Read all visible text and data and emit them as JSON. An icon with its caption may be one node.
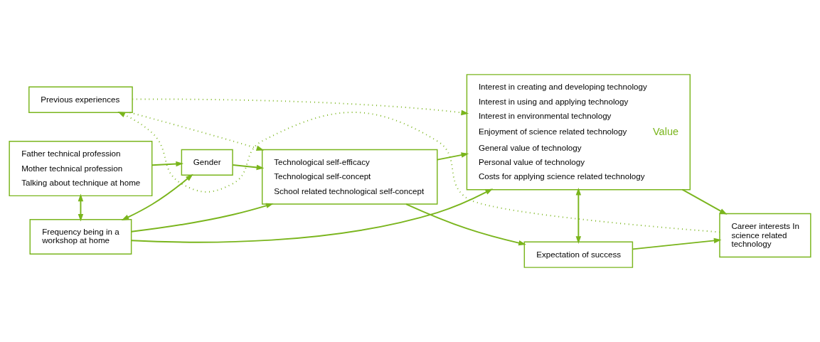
{
  "diagram": {
    "nodes": [
      {
        "text": [
          "Father technical profession",
          "Mother technical profession",
          "Talking about technique at home"
        ]
      },
      {
        "text": [
          "Gender"
        ]
      },
      {
        "text": [
          "Technological self-efficacy",
          "Technological self-concept",
          "School related technological self-concept"
        ]
      },
      {
        "text": [
          "Expectation of success"
        ]
      },
      {
        "text": [
          "Career interests In science related technology"
        ]
      },
      {
        "text": [
          "Frequency being in a workshop at home"
        ]
      },
      {
        "text": [
          "Interest in creating and developing technology",
          "Interest in using and applying technology",
          "Interest in environmental technology",
          "Enjoyment of science related technology",
          "General value of technology",
          "Personal value of technology",
          "Costs for applying science related technology",
          "Value"
        ]
      },
      {
        "text": [
          "Previous experiences"
        ]
      }
    ],
    "edges": [
      {
        "from": 0,
        "to": 1,
        "arrow": "to"
      },
      {
        "from": 1,
        "to": 2,
        "arrow": "to"
      },
      {
        "from": 1,
        "to": 5,
        "arrow": "both"
      },
      {
        "from": 5,
        "to": 2,
        "arrow": "to"
      },
      {
        "from": 7,
        "to": 2,
        "arrow": "to",
        "style": "dashed"
      },
      {
        "from": 5,
        "to": 6,
        "arrow": "to"
      },
      {
        "from": 7,
        "to": 6,
        "arrow": "to",
        "style": "dashed"
      },
      {
        "from": 2,
        "to": 3,
        "arrow": "to"
      },
      {
        "from": 2,
        "to": 6,
        "arrow": "to"
      },
      {
        "from": 3,
        "to": 6,
        "arrow": "both"
      },
      {
        "from": 3,
        "to": 4,
        "arrow": "to"
      },
      {
        "from": 6,
        "to": 4,
        "arrow": "to"
      },
      {
        "from": 4,
        "to": 7,
        "arrow": "to",
        "style": "dashed"
      },
      {
        "from": 0,
        "to": 5,
        "arrow": "both"
      }
    ]
  }
}
